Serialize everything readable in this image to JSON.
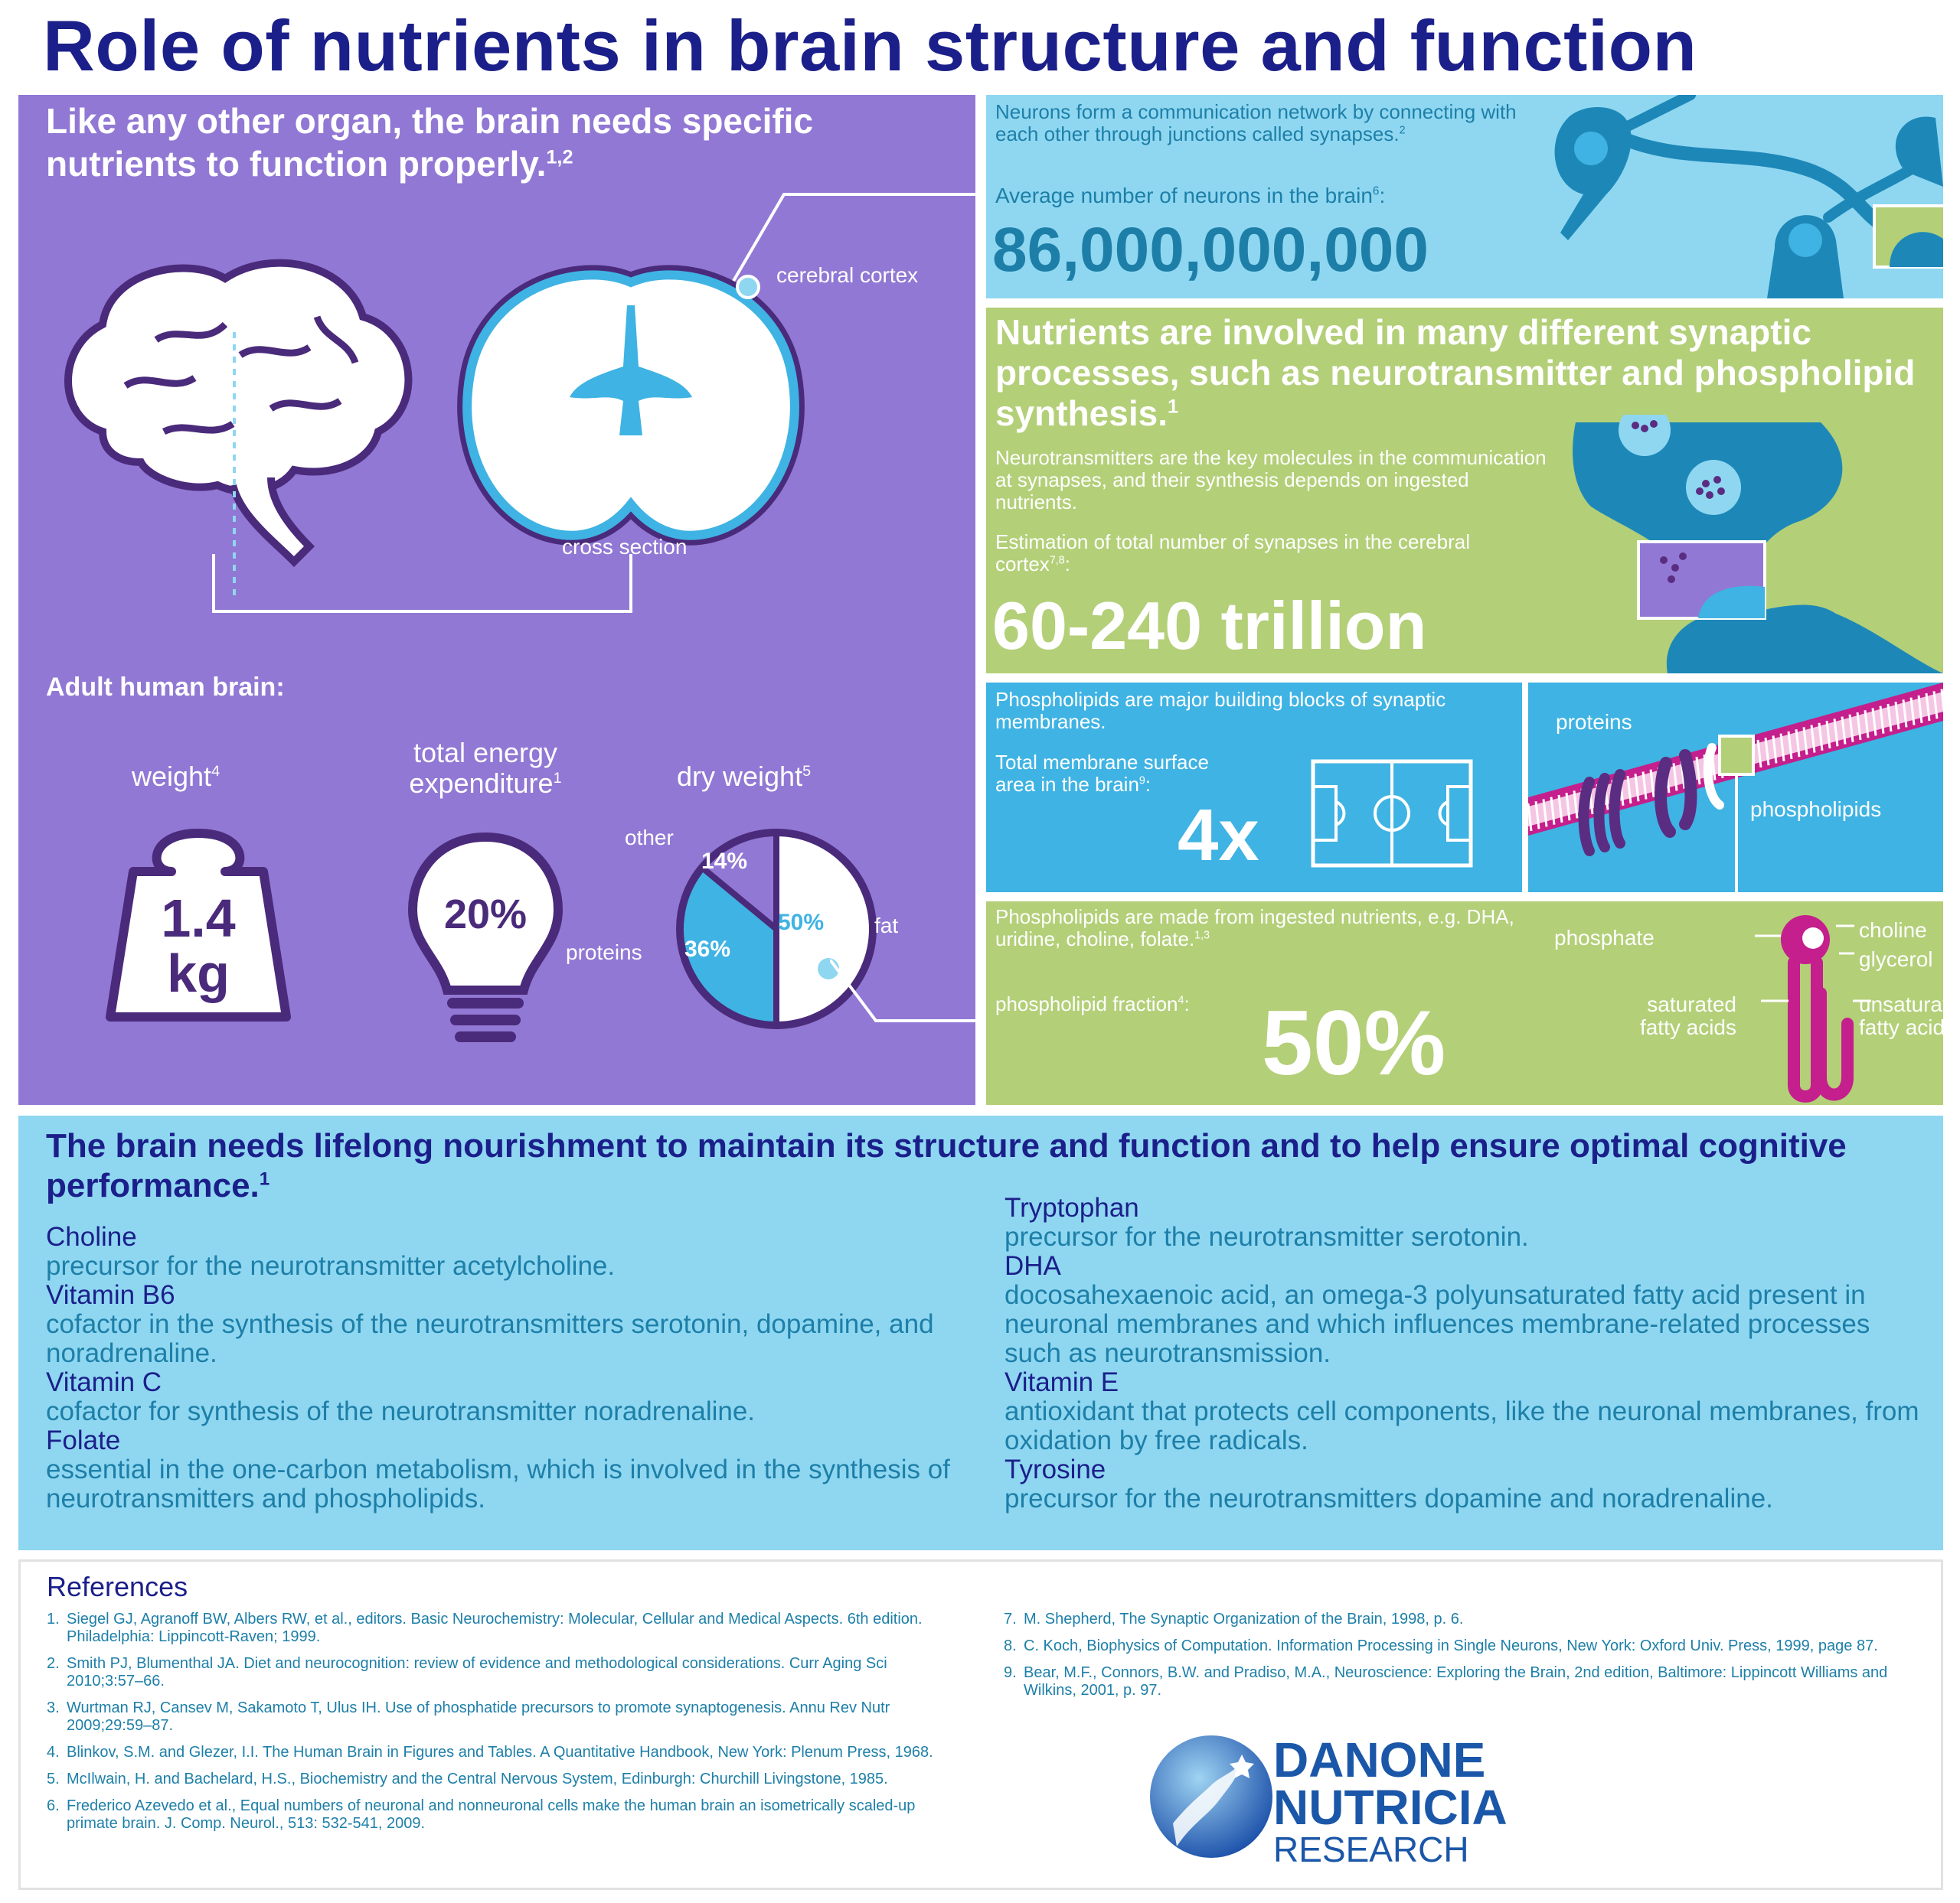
{
  "title": "Role of nutrients in brain structure and function",
  "brain": {
    "headline": "Like any other organ, the brain needs specific nutrients to function properly.",
    "headline_sup": "1,2",
    "cortex_label": "cerebral cortex",
    "cross_section_label": "cross section",
    "adult_label": "Adult human brain:",
    "weight_label": "weight",
    "weight_sup": "4",
    "weight_value": "1.4",
    "weight_unit": "kg",
    "energy_label_1": "total energy",
    "energy_label_2": "expenditure",
    "energy_sup": "1",
    "energy_value": "20%",
    "dry_label": "dry weight",
    "dry_sup": "5",
    "pie_other_label": "other",
    "pie_proteins_label": "proteins",
    "pie_fat_label": "fat",
    "pie_other_value": "14%",
    "pie_proteins_value": "36%",
    "pie_fat_value": "50%"
  },
  "neurons": {
    "text": "Neurons form a communication network by connecting with each other through junctions called synapses.",
    "text_sup": "2",
    "avg_label": "Average number of neurons in the brain",
    "avg_sup": "6",
    "avg_value": "86,000,000,000"
  },
  "synapses": {
    "headline": "Nutrients are involved in many different synaptic processes, such as neurotransmitter and phospholipid synthesis.",
    "headline_sup": "1",
    "text": "Neurotransmitters are the key molecules in the communication at synapses, and their synthesis depends on ingested nutrients.",
    "estimate_label": "Estimation of total number of synapses in the cerebral cortex",
    "estimate_sup": "7,8",
    "estimate_value": "60-240 trillion"
  },
  "membranes": {
    "text": "Phospholipids are major building blocks of synaptic membranes.",
    "surface_label": "Total membrane surface area in the brain",
    "surface_sup": "9",
    "surface_value": "4x",
    "proteins_label": "proteins",
    "phospholipids_label": "phospholipids"
  },
  "phospholipids": {
    "text": "Phospholipids are made from ingested nutrients, e.g. DHA, uridine, choline, folate.",
    "text_sup": "1,3",
    "fraction_label": "phospholipid fraction",
    "fraction_sup": "4",
    "fraction_value": "50%",
    "phosphate_label": "phosphate",
    "choline_label": "choline",
    "glycerol_label": "glycerol",
    "saturated_label_1": "saturated",
    "saturated_label_2": "fatty acids",
    "unsaturated_label_1": "unsaturated",
    "unsaturated_label_2": "fatty acids"
  },
  "nourishment": {
    "headline": "The brain needs lifelong nourishment to maintain its structure and function and to help ensure optimal cognitive performance.",
    "headline_sup": "1",
    "left": [
      {
        "name": "Choline",
        "desc": "precursor for the neurotransmitter acetylcholine."
      },
      {
        "name": "Vitamin B6",
        "desc": "cofactor in the synthesis of the neurotransmitters serotonin, dopamine, and noradrenaline."
      },
      {
        "name": "Vitamin C",
        "desc": "cofactor for synthesis of the neurotransmitter noradrenaline."
      },
      {
        "name": "Folate",
        "desc": "essential in the one-carbon metabolism, which is involved in the synthesis of neurotransmitters and phospholipids."
      }
    ],
    "right": [
      {
        "name": "Tryptophan",
        "desc": "precursor for the neurotransmitter serotonin."
      },
      {
        "name": "DHA",
        "desc": "docosahexaenoic acid, an omega-3 polyunsaturated fatty acid present in neuronal membranes and which influences membrane-related processes such as neurotransmission."
      },
      {
        "name": "Vitamin E",
        "desc": "antioxidant that protects cell components, like the neuronal membranes, from oxidation by free radicals."
      },
      {
        "name": "Tyrosine",
        "desc": "precursor for the neurotransmitters dopamine and noradrenaline."
      }
    ]
  },
  "references": {
    "title": "References",
    "left": [
      {
        "n": "1.",
        "t": "Siegel GJ, Agranoff BW, Albers RW, et al., editors. Basic Neurochemistry: Molecular, Cellular and Medical Aspects. 6th edition. Philadelphia: Lippincott-Raven; 1999."
      },
      {
        "n": "2.",
        "t": "Smith PJ, Blumenthal JA. Diet and neurocognition: review of evidence and methodological considerations. Curr Aging Sci 2010;3:57–66."
      },
      {
        "n": "3.",
        "t": "Wurtman RJ, Cansev M, Sakamoto T, Ulus IH. Use of phosphatide precursors to promote synaptogenesis. Annu Rev Nutr 2009;29:59–87."
      },
      {
        "n": "4.",
        "t": "Blinkov, S.M. and Glezer, I.I. The Human Brain in Figures and Tables. A Quantitative Handbook, New York: Plenum Press, 1968."
      },
      {
        "n": "5.",
        "t": "McIlwain, H. and Bachelard, H.S., Biochemistry and the Central Nervous System, Edinburgh: Churchill Livingstone, 1985."
      },
      {
        "n": "6.",
        "t": "Frederico Azevedo et al., Equal numbers of neuronal and nonneuronal cells make the human brain an isometrically scaled-up primate brain. J. Comp. Neurol., 513: 532-541, 2009."
      }
    ],
    "right": [
      {
        "n": "7.",
        "t": "M. Shepherd, The Synaptic Organization of the Brain, 1998, p. 6."
      },
      {
        "n": "8.",
        "t": "C. Koch, Biophysics of Computation. Information Processing in Single Neurons, New York: Oxford Univ. Press, 1999, page 87."
      },
      {
        "n": "9.",
        "t": "Bear, M.F., Connors, B.W. and Pradiso, M.A., Neuroscience: Exploring the Brain, 2nd edition, Baltimore: Lippincott Williams and Wilkins, 2001, p. 97."
      }
    ]
  },
  "logo": {
    "line1": "DANONE",
    "line2": "NUTRICIA",
    "line3": "RESEARCH"
  },
  "colors": {
    "navy": "#1b1f8a",
    "purple": "#9178d4",
    "dark_purple": "#5a2d82",
    "light_blue": "#8fd7f1",
    "mid_blue": "#3fb3e3",
    "green": "#b3cf78",
    "magenta": "#c41f8c",
    "teal_text": "#1d7fa8"
  }
}
